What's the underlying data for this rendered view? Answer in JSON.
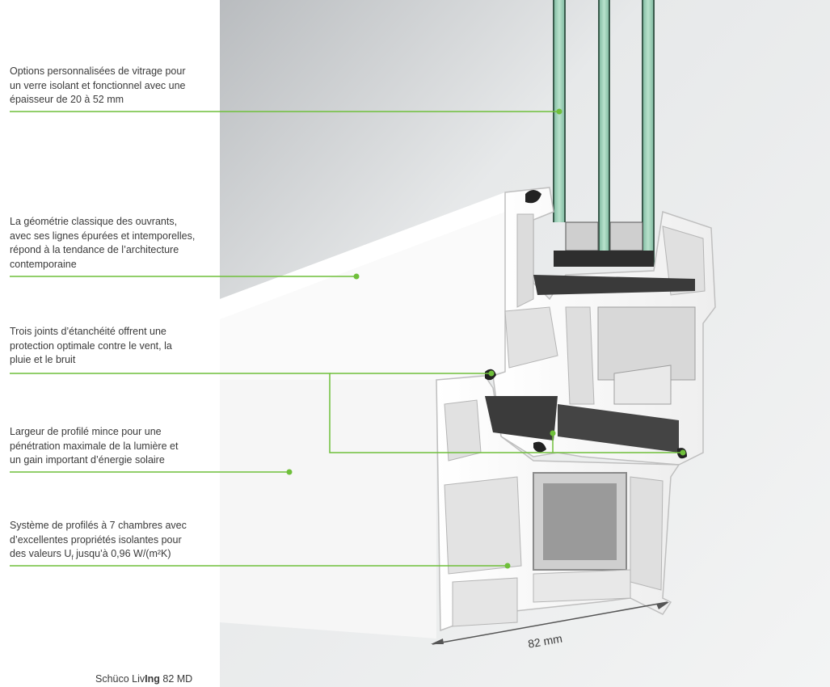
{
  "captions": [
    {
      "id": "glazing",
      "text": "Options personnalisées de vitrage pour\nun verre isolant et fonctionnel avec une\népaisseur de 20 à 52 mm"
    },
    {
      "id": "geometry",
      "text": "La géométrie classique des ouvrants,\navec ses lignes épurées et intemporelles,\nrépond à la tendance de l’architecture\ncontemporaine"
    },
    {
      "id": "seals",
      "text": "Trois joints d’étanchéité offrent une\nprotection optimale contre le vent, la\npluie et le bruit"
    },
    {
      "id": "profile-width",
      "text": "Largeur de profilé mince pour une\npénétration maximale de la lumière et\nun gain important d’énergie solaire"
    },
    {
      "id": "chambers",
      "text_before": "Système de profilés à 7 chambres avec\nd’excellentes propriétés isolantes pour\ndes valeurs U",
      "subscript": "f",
      "text_after": " jusqu’à 0,96 W/(m²K)"
    }
  ],
  "dimension_label": "82 mm",
  "footer": {
    "brand": "Schüco Liv",
    "brand_bold": "Ing",
    "model": " 82 MD"
  },
  "colors": {
    "leader_line": "#6fbf3a",
    "glass": "#a9d7c0",
    "profile": "#f4f4f4",
    "text": "#3a3a3a"
  }
}
